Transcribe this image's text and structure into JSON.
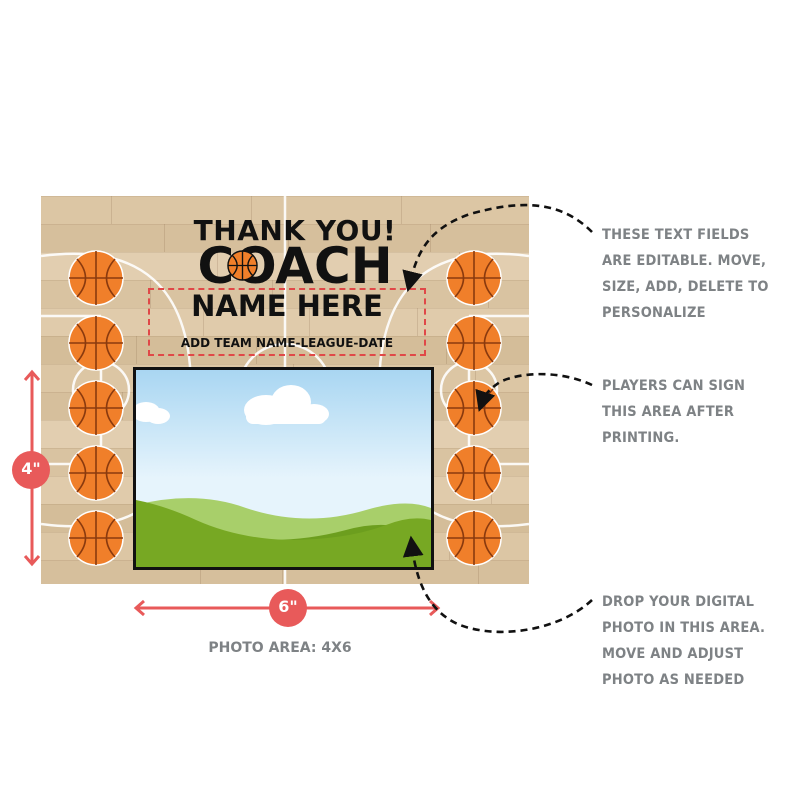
{
  "card": {
    "title_thanks": "THANK YOU!",
    "title_coach": "COACH",
    "name_placeholder": "NAME HERE",
    "team_placeholder": "ADD TEAM NAME-LEAGUE-DATE",
    "signature_ball_count_left": 5,
    "signature_ball_count_right": 5
  },
  "annotations": {
    "text_fields_note": [
      "THESE TEXT FIELDS",
      "ARE EDITABLE. MOVE,",
      "SIZE, ADD, DELETE TO",
      "PERSONALIZE"
    ],
    "players_note": [
      "PLAYERS CAN SIGN",
      "THIS AREA AFTER",
      "PRINTING."
    ],
    "photo_note": [
      "DROP YOUR DIGITAL",
      "PHOTO IN THIS AREA.",
      "MOVE AND ADJUST",
      "PHOTO AS NEEDED"
    ]
  },
  "dimensions": {
    "height_label": "4\"",
    "width_label": "6\"",
    "photo_area_label": "PHOTO AREA: 4X6"
  },
  "colors": {
    "ball_orange": "#f07f2a",
    "ball_line": "#8a3a0e",
    "dimension_red": "#e85a5a",
    "note_gray": "#7e8285",
    "wood": "#ddc7a6"
  }
}
